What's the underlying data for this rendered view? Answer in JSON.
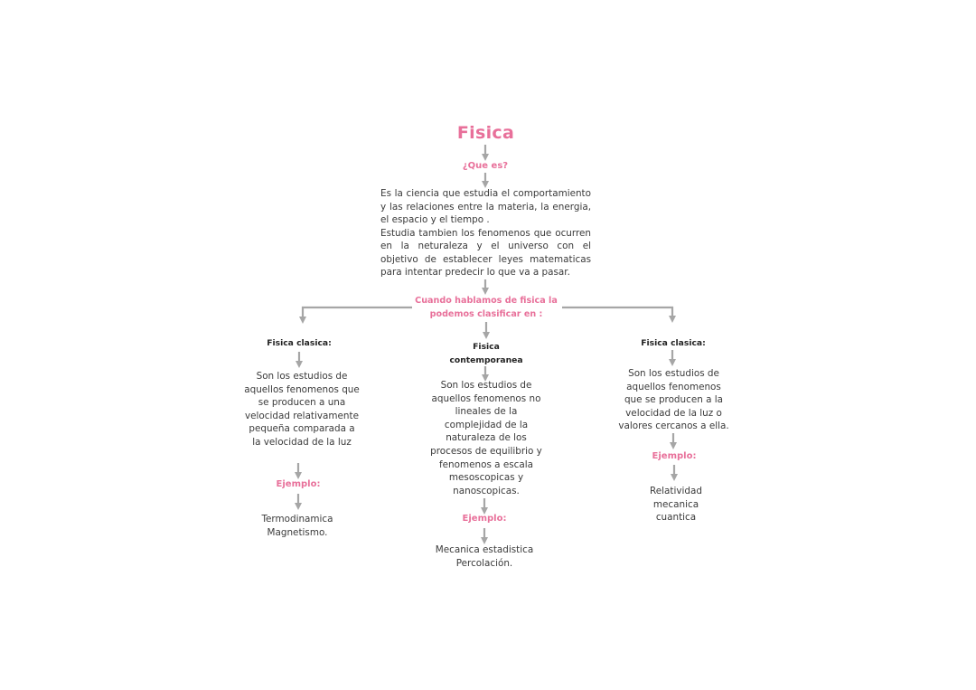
{
  "title": "Fisica",
  "question": "¿Que es?",
  "definition": [
    "Es la ciencia que estudia el comportamiento y las relaciones entre la materia, la energia, el espacio y el tiempo .",
    "Estudia tambien los fenomenos que ocurren en la neturaleza y el universo con el objetivo de establecer leyes matematicas para intentar predecir lo que va a pasar."
  ],
  "classification": "Cuando hablamos de fisica la podemos clasificar en :",
  "branches": [
    {
      "heading": "Fisica clasica:",
      "description": "Son los estudios de aquellos fenomenos que se producen a una velocidad relativamente pequeña comparada a la velocidad de la luz",
      "example_label": "Ejemplo:",
      "examples": [
        "Termodinamica",
        "Magnetismo."
      ]
    },
    {
      "heading": "Fisica contemporanea",
      "description": "Son los estudios de aquellos fenomenos no lineales de la complejidad de la naturaleza de los procesos de equilibrio y fenomenos a escala mesoscopicas y nanoscopicas.",
      "example_label": "Ejemplo:",
      "examples": [
        "Mecanica estadistica",
        "Percolación."
      ]
    },
    {
      "heading": "Fisica clasica:",
      "description": "Son los estudios de aquellos fenomenos que se producen a la velocidad de la luz o valores cercanos a ella.",
      "example_label": "Ejemplo:",
      "examples": [
        "Relatividad mecanica cuantica"
      ]
    }
  ],
  "colors": {
    "accent": "#e8709a",
    "arrow": "#a6a6a6",
    "text": "#3a3a3a"
  }
}
